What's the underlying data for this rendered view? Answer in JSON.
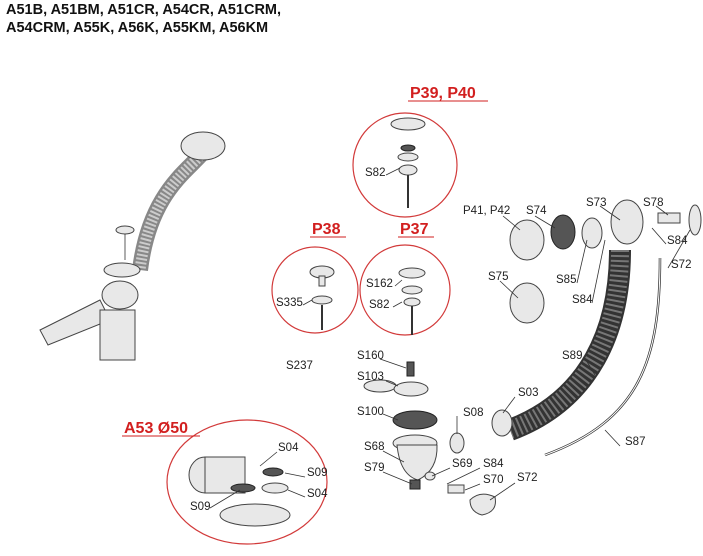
{
  "title_lines": [
    "A51B, A51BM, A51CR, A54CR, A51CRM,",
    "A54CRM, A55K, A56K, A55KM, A56KM"
  ],
  "groups": {
    "p39_p40": "P39, P40",
    "p38": "P38",
    "p37": "P37",
    "a53": "A53 Ø50"
  },
  "parts": {
    "s82_a": "S82",
    "s335": "S335",
    "s162": "S162",
    "s82_b": "S82",
    "p41_p42": "P41, P42",
    "s74": "S74",
    "s73": "S73",
    "s78": "S78",
    "s84_a": "S84",
    "s72_a": "S72",
    "s75": "S75",
    "s85": "S85",
    "s84_b": "S84",
    "s237": "S237",
    "s160": "S160",
    "s103": "S103",
    "s100": "S100",
    "s08": "S08",
    "s03": "S03",
    "s89": "S89",
    "s87": "S87",
    "s68": "S68",
    "s79": "S79",
    "s69": "S69",
    "s84_c": "S84",
    "s70": "S70",
    "s72_b": "S72",
    "s04_a": "S04",
    "s09_a": "S09",
    "s09_b": "S09",
    "s04_b": "S04"
  },
  "colors": {
    "group_label": "#d21f1f",
    "group_circle": "#d23a3a"
  }
}
